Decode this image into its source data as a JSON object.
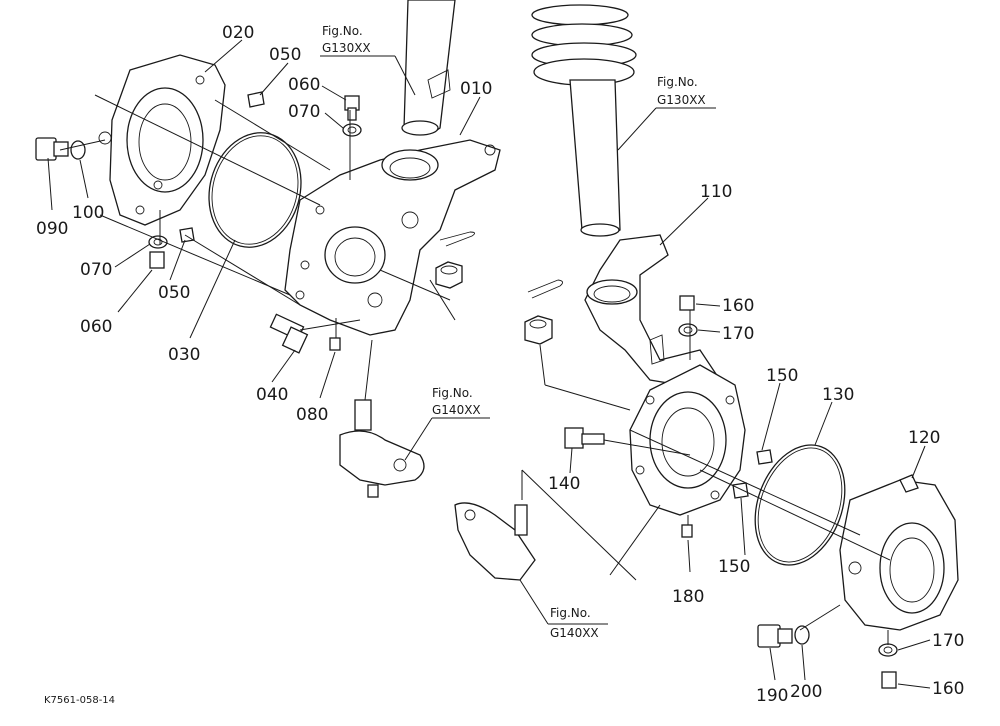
{
  "diagram": {
    "drawing_code": "K7561-058-14",
    "part_numbers": {
      "p010": "010",
      "p020": "020",
      "p030": "030",
      "p040": "040",
      "p050_top": "050",
      "p050_bottom": "050",
      "p060_top": "060",
      "p060_bottom": "060",
      "p070_top": "070",
      "p070_bottom": "070",
      "p080": "080",
      "p090": "090",
      "p100": "100",
      "p110": "110",
      "p120": "120",
      "p130": "130",
      "p140": "140",
      "p150_top": "150",
      "p150_bottom": "150",
      "p160_top": "160",
      "p160_bottom": "160",
      "p170_top": "170",
      "p170_bottom": "170",
      "p180": "180",
      "p190": "190",
      "p200": "200"
    },
    "fig_refs": {
      "left_strut": {
        "label": "Fig.No.",
        "code": "G130XX"
      },
      "right_strut": {
        "label": "Fig.No.",
        "code": "G130XX"
      },
      "left_balljoint": {
        "label": "Fig.No.",
        "code": "G140XX"
      },
      "right_balljoint": {
        "label": "Fig.No.",
        "code": "G140XX"
      }
    }
  }
}
